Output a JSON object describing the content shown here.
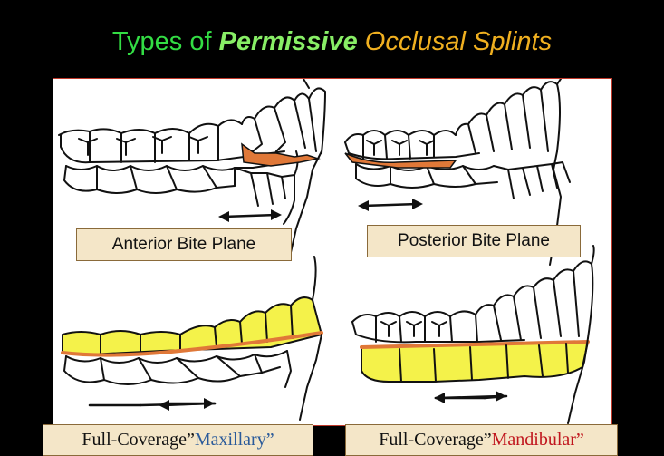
{
  "title": {
    "part1": "Types of ",
    "part2": "Permissive",
    "part3": " Occlusal Splints"
  },
  "labels": {
    "anterior": "Anterior Bite Plane",
    "posterior": "Posterior Bite Plane"
  },
  "captions": {
    "maxillary_prefix": "Full-Coverage” ",
    "maxillary_word": "Maxillary”",
    "mandibular_prefix": "Full-Coverage” ",
    "mandibular_word": "Mandibular”"
  },
  "colors": {
    "splint_orange": "#e07838",
    "splint_yellow": "#f4f24a",
    "accent_blue": "#2a5a9a",
    "accent_red": "#c0151d"
  }
}
